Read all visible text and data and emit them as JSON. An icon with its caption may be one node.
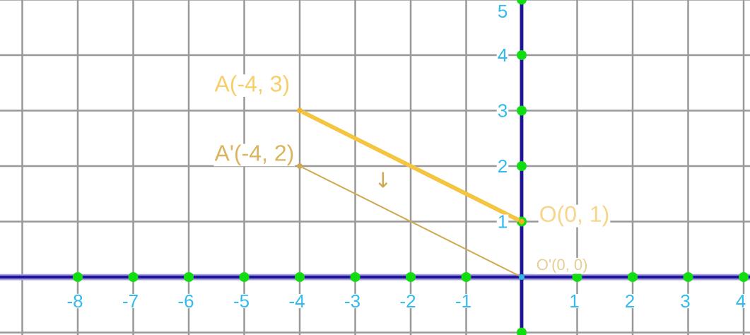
{
  "diagram": {
    "nodes": [
      {
        "text": [],
        "shape": "circle",
        "beside": [
          "A(-4, 3)"
        ]
      },
      {
        "text": [],
        "shape": "circle",
        "beside": [
          "A'(-4, 2)"
        ]
      },
      {
        "text": [],
        "shape": "circle",
        "beside": [
          "O(0, 1)"
        ]
      },
      {
        "text": [],
        "shape": "circle",
        "beside": [
          "O'(0, 0)"
        ]
      }
    ],
    "edges": [
      {
        "from": 0,
        "to": 2,
        "arrow": "none",
        "style": "thick",
        "color": "#f5c542"
      },
      {
        "from": 1,
        "to": 3,
        "arrow": "none",
        "color": "#cfa94f"
      }
    ],
    "labels": [
      "-8",
      "-7",
      "-6",
      "-5",
      "-4",
      "-3",
      "-2",
      "-1",
      "1",
      "2",
      "3",
      "4",
      "1",
      "2",
      "3",
      "4",
      "5",
      "↓"
    ]
  }
}
